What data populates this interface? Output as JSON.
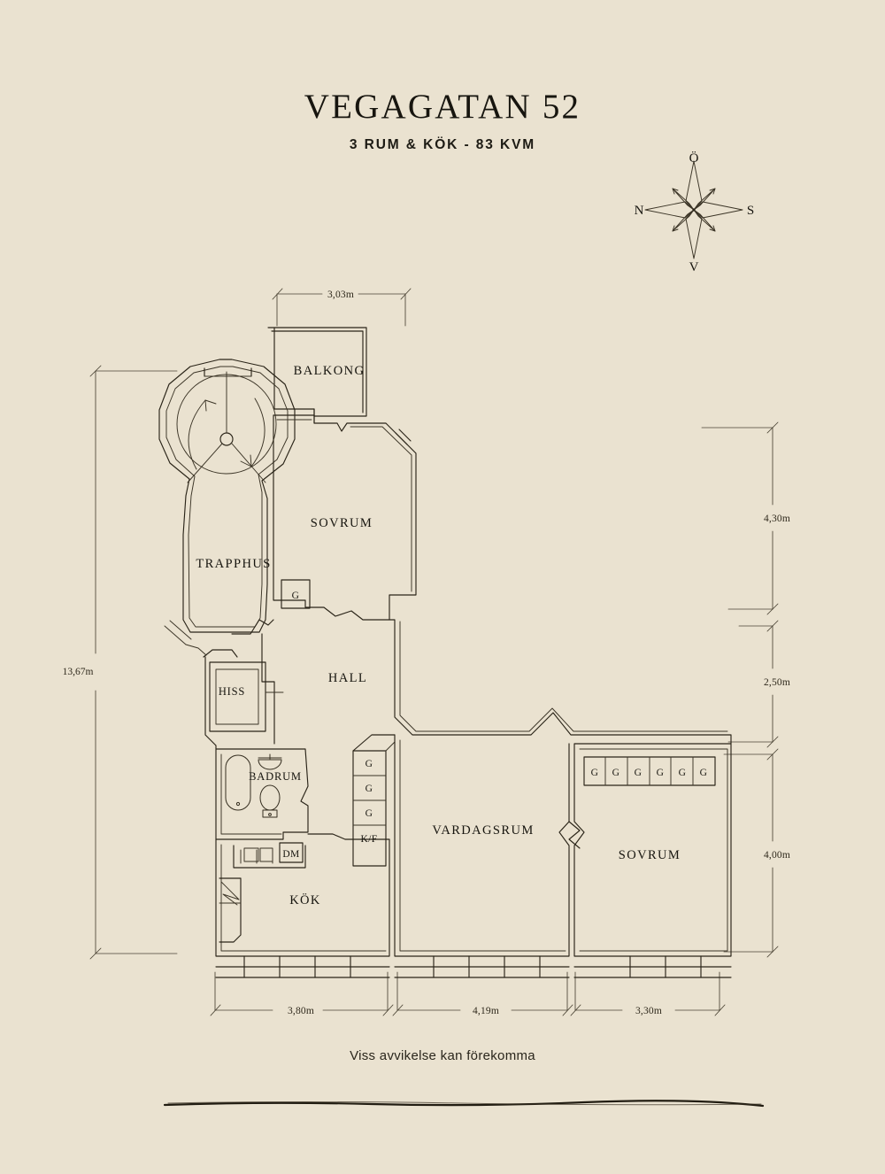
{
  "header": {
    "title": "VEGAGATAN 52",
    "subtitle": "3 RUM & KÖK  -  83 KVM"
  },
  "footer": {
    "disclaimer": "Viss avvikelse kan förekomma"
  },
  "compass": {
    "name": "compass-rose",
    "top": "Ö",
    "left": "N",
    "right": "S",
    "bottom": "V"
  },
  "rooms": [
    {
      "key": "balkong",
      "label": "BALKONG"
    },
    {
      "key": "trapphus",
      "label": "TRAPPHUS"
    },
    {
      "key": "sovrum_upper",
      "label": "SOVRUM"
    },
    {
      "key": "hall",
      "label": "HALL"
    },
    {
      "key": "hiss",
      "label": "HISS"
    },
    {
      "key": "badrum",
      "label": "BADRUM"
    },
    {
      "key": "kok",
      "label": "KÖK"
    },
    {
      "key": "vardagsrum",
      "label": "VARDAGSRUM"
    },
    {
      "key": "sovrum_lower",
      "label": "SOVRUM"
    }
  ],
  "fixtures": {
    "closet": "G",
    "dishwasher": "DM",
    "fridge_freezer": "K/F"
  },
  "closets": {
    "upper_bedroom_count": 1,
    "hall_column": [
      "G",
      "G",
      "G"
    ],
    "lower_bedroom_row": [
      "G",
      "G",
      "G",
      "G",
      "G",
      "G"
    ]
  },
  "dimensions": {
    "top": "3,03m",
    "left": "13,67m",
    "right_upper": "4,30m",
    "right_middle": "2,50m",
    "right_lower": "4,00m",
    "bottom_left": "3,80m",
    "bottom_middle": "4,19m",
    "bottom_right": "3,30m"
  },
  "colors": {
    "paper": "#eae2d0",
    "ink": "#2a2418",
    "dimension": "#4a4334"
  }
}
